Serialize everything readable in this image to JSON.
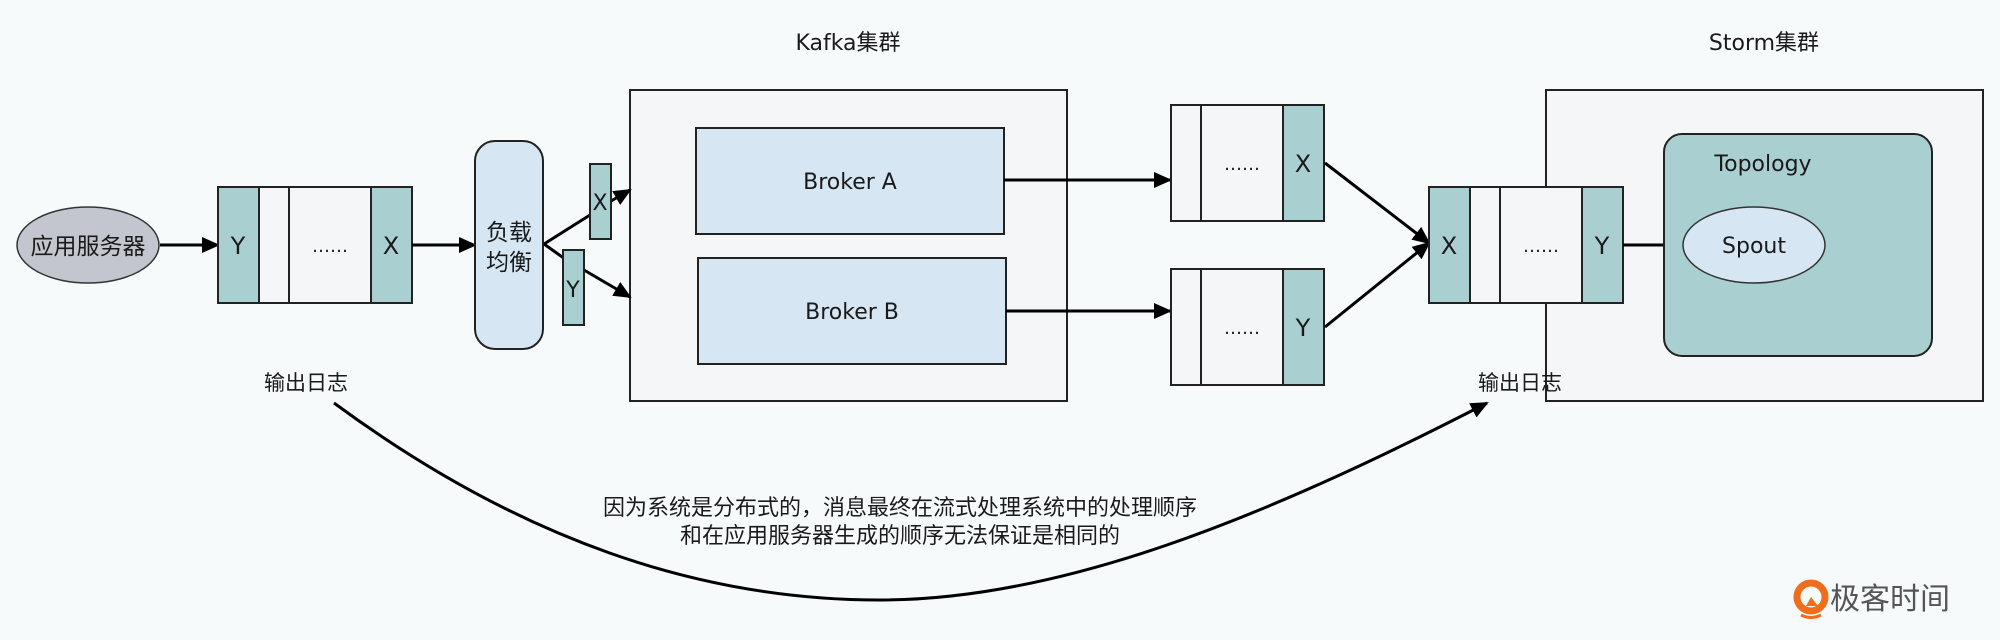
{
  "title_kafka": "Kafka集群",
  "title_storm": "Storm集群",
  "app_server": {
    "label": "应用服务器"
  },
  "source_queue": {
    "cells": [
      "Y",
      "",
      "……",
      "X"
    ]
  },
  "load_balancer": {
    "line1": "负载",
    "line2": "均衡"
  },
  "split_messages": {
    "top": "X",
    "bottom": "Y"
  },
  "brokers": [
    {
      "label": "Broker A"
    },
    {
      "label": "Broker B"
    }
  ],
  "partition_queues": [
    {
      "cells": [
        "",
        "……",
        "X"
      ]
    },
    {
      "cells": [
        "",
        "……",
        "Y"
      ]
    }
  ],
  "merged_queue": {
    "cells": [
      "X",
      "",
      "……",
      "Y"
    ]
  },
  "topology": {
    "label": "Topology",
    "spout": "Spout"
  },
  "output_log_left": "输出日志",
  "output_log_right": "输出日志",
  "caption": {
    "line1": "因为系统是分布式的，消息最终在流式处理系统中的处理顺序",
    "line2": "和在应用服务器生成的顺序无法保证是相同的"
  },
  "watermark": {
    "text": "极客时间"
  },
  "colors": {
    "background": "#f6fafb",
    "teal": "#a9cfd0",
    "light_blue": "#d6e6f2",
    "panel": "#f4f6f8",
    "gray_ellipse": "#c3c6cf",
    "logo_orange": "#f06d1c"
  }
}
